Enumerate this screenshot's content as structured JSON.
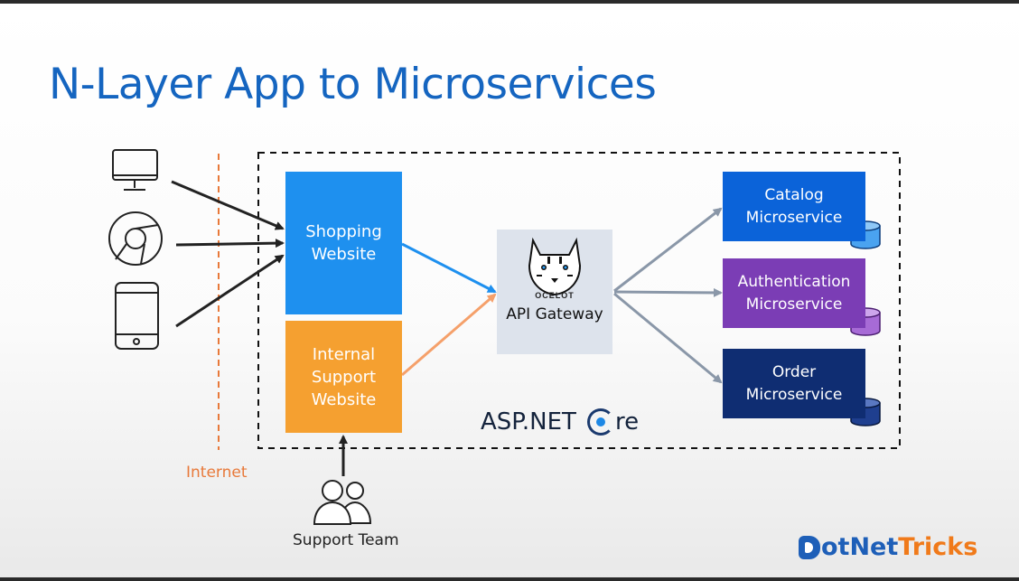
{
  "slide": {
    "title": "N-Layer App to Microservices"
  },
  "clients": {
    "icons": [
      "monitor-icon",
      "chrome-icon",
      "smartphone-icon"
    ]
  },
  "internet": {
    "label": "Internet"
  },
  "websites": {
    "shopping": "Shopping\nWebsite",
    "internal": "Internal\nSupport\nWebsite"
  },
  "gateway": {
    "logo_text": "OCELOT",
    "label": "API Gateway"
  },
  "services": {
    "catalog": "Catalog\nMicroservice",
    "auth": "Authentication\nMicroservice",
    "order": "Order\nMicroservice"
  },
  "platform": {
    "left": "ASP.NET",
    "right": "re"
  },
  "support": {
    "label": "Support Team"
  },
  "brand": {
    "first": "otNet",
    "second": "Tricks"
  },
  "colors": {
    "shopping": "#1e90ef",
    "internal": "#f5a030",
    "catalog": "#0b63d9",
    "auth": "#7b3db5",
    "order": "#0f2d72",
    "title": "#1565c0",
    "internet_line": "#e8793a"
  }
}
